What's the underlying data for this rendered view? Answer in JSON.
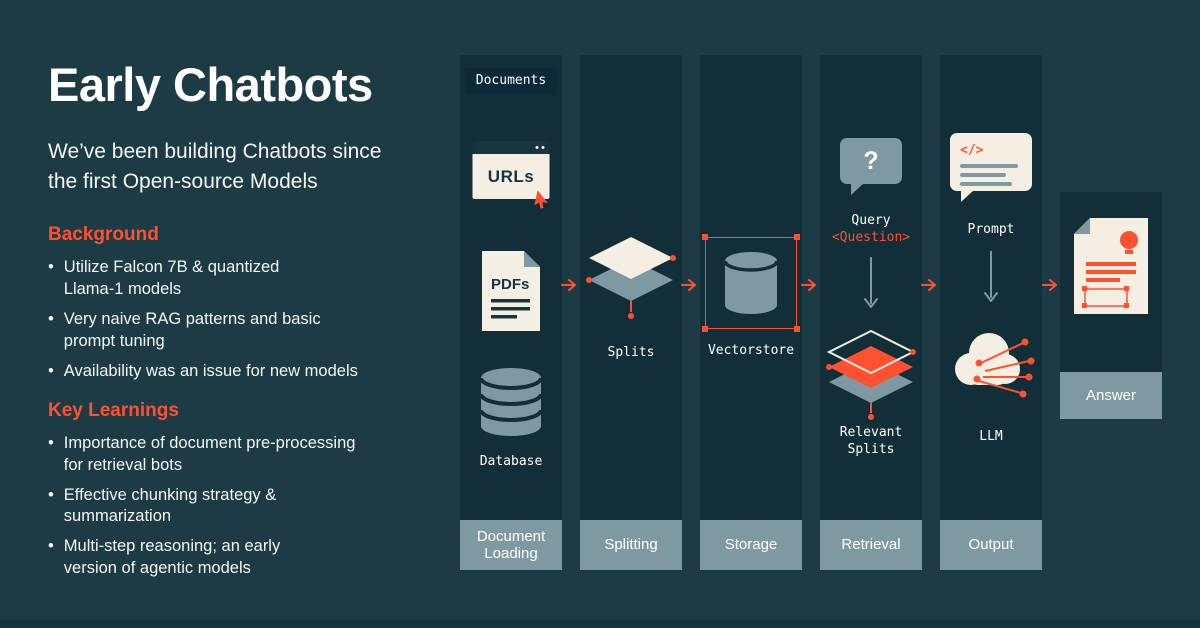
{
  "colors": {
    "background": "#1d3b45",
    "panel": "#122f39",
    "label_box": "#7f99a3",
    "accent": "#ff5130",
    "cream": "#f4efe2",
    "badge_bg": "#0b2a38",
    "icon_dark": "#173540"
  },
  "left": {
    "title": "Early Chatbots",
    "subtitle": "We’ve been building Chatbots since\nthe first Open-source Models",
    "sections": [
      {
        "heading": "Background",
        "bullets": [
          "Utilize Falcon 7B & quantized\nLlama-1 models",
          "Very naive RAG patterns and basic\nprompt tuning",
          "Availability was an issue for new models"
        ]
      },
      {
        "heading": "Key Learnings",
        "bullets": [
          "Importance of document pre-processing\nfor retrieval bots",
          "Effective chunking strategy &\nsummarization",
          "Multi-step reasoning; an early\nversion of agentic models"
        ]
      }
    ]
  },
  "pipeline": {
    "stages": [
      {
        "label": "Document Loading",
        "badge": "Documents",
        "urls_label": "URLs",
        "pdfs_label": "PDFs",
        "database_label": "Database"
      },
      {
        "label": "Splitting",
        "splits_label": "Splits"
      },
      {
        "label": "Storage",
        "vectorstore_label": "Vectorstore"
      },
      {
        "label": "Retrieval",
        "bubble_symbol": "?",
        "query_label": "Query",
        "question_label": "<Question>",
        "relevant_label": "Relevant\nSplits"
      },
      {
        "label": "Output",
        "code_symbol": "</>",
        "prompt_label": "Prompt",
        "llm_label": "LLM"
      }
    ],
    "answer_label": "Answer"
  },
  "icons": {
    "cursor": "pointer-arrow",
    "browser": "url-window",
    "pdf": "document-page",
    "database": "cylinder-stack",
    "splits": "layered-diamonds",
    "vectorstore": "selected-cylinder",
    "query": "question-bubble",
    "prompt": "code-bubble",
    "llm": "neural-cloud",
    "answer": "annotated-document"
  }
}
